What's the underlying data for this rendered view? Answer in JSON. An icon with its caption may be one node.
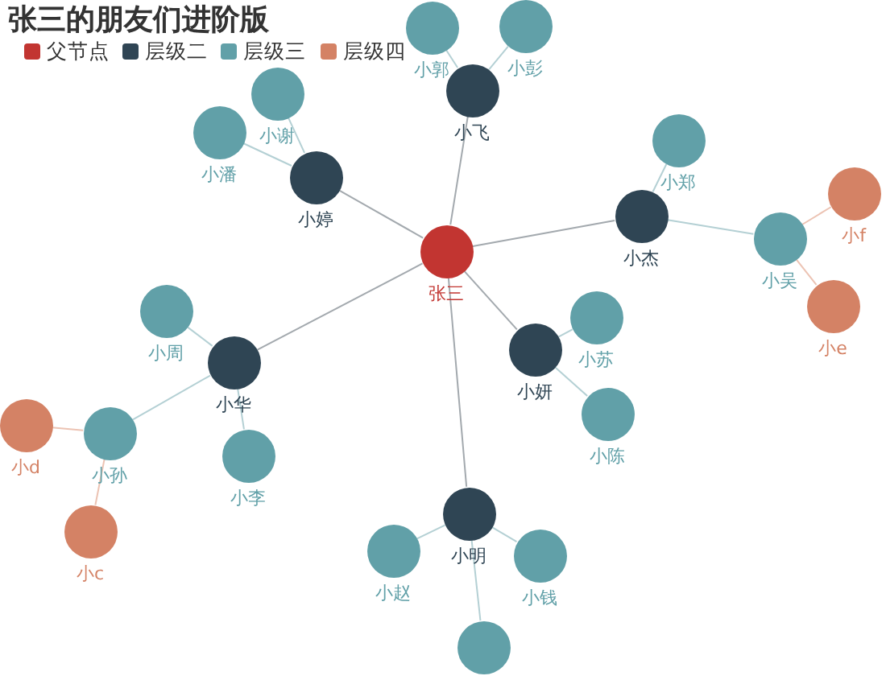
{
  "diagram": {
    "title": "张三的朋友们进阶版",
    "nodes": [
      {
        "text": [
          "张三"
        ]
      },
      {
        "text": [
          "小飞"
        ]
      },
      {
        "text": [
          "小郭"
        ]
      },
      {
        "text": [
          "小彭"
        ]
      },
      {
        "text": [
          "小婷"
        ]
      },
      {
        "text": [
          "小谢"
        ]
      },
      {
        "text": [
          "小潘"
        ]
      },
      {
        "text": [
          "小杰"
        ]
      },
      {
        "text": [
          "小郑"
        ]
      },
      {
        "text": [
          "小吴"
        ]
      },
      {
        "text": [
          "小f"
        ]
      },
      {
        "text": [
          "小e"
        ]
      },
      {
        "text": [
          "小华"
        ]
      },
      {
        "text": [
          "小周"
        ]
      },
      {
        "text": [
          "小孙"
        ]
      },
      {
        "text": [
          "小d"
        ]
      },
      {
        "text": [
          "小c"
        ]
      },
      {
        "text": [
          "小李"
        ]
      },
      {
        "text": [
          "小妍"
        ]
      },
      {
        "text": [
          "小苏"
        ]
      },
      {
        "text": [
          "小陈"
        ]
      },
      {
        "text": [
          "小明"
        ]
      },
      {
        "text": [
          "小赵"
        ]
      },
      {
        "text": [
          "小钱"
        ]
      },
      {
        "text": [],
        "shape": "circle"
      }
    ],
    "edges": [
      {
        "from": 0,
        "to": 1,
        "arrow": "none",
        "color": "#a3a9ae"
      },
      {
        "from": 1,
        "to": 2,
        "arrow": "none"
      },
      {
        "from": 1,
        "to": 3,
        "arrow": "none"
      },
      {
        "from": 0,
        "to": 4,
        "arrow": "none",
        "color": "#a3a9ae"
      },
      {
        "from": 4,
        "to": 5,
        "arrow": "none"
      },
      {
        "from": 4,
        "to": 6,
        "arrow": "none"
      },
      {
        "from": 0,
        "to": 7,
        "arrow": "none",
        "color": "#a3a9ae"
      },
      {
        "from": 7,
        "to": 8,
        "arrow": "none"
      },
      {
        "from": 7,
        "to": 9,
        "arrow": "none"
      },
      {
        "from": 9,
        "to": 10,
        "arrow": "none",
        "color": "#ecc3b3"
      },
      {
        "from": 9,
        "to": 11,
        "arrow": "none",
        "color": "#ecc3b3"
      },
      {
        "from": 0,
        "to": 12,
        "arrow": "none",
        "color": "#a3a9ae"
      },
      {
        "from": 12,
        "to": 13,
        "arrow": "none"
      },
      {
        "from": 12,
        "to": 14,
        "arrow": "none"
      },
      {
        "from": 14,
        "to": 15,
        "arrow": "none",
        "color": "#ecc3b3"
      },
      {
        "from": 14,
        "to": 16,
        "arrow": "none",
        "color": "#ecc3b3"
      },
      {
        "from": 12,
        "to": 17,
        "arrow": "none"
      },
      {
        "from": 0,
        "to": 18,
        "arrow": "none",
        "color": "#a3a9ae"
      },
      {
        "from": 18,
        "to": 19,
        "arrow": "none"
      },
      {
        "from": 18,
        "to": 20,
        "arrow": "none"
      },
      {
        "from": 0,
        "to": 21,
        "arrow": "none",
        "color": "#a3a9ae"
      },
      {
        "from": 21,
        "to": 22,
        "arrow": "none"
      },
      {
        "from": 21,
        "to": 23,
        "arrow": "none"
      },
      {
        "from": 21,
        "to": 24,
        "arrow": "none"
      }
    ],
    "legend": [
      {
        "text": "父节点",
        "color": "#c23531"
      },
      {
        "text": "层级二",
        "color": "#2f4554"
      },
      {
        "text": "层级三",
        "color": "#61a0a8"
      },
      {
        "text": "层级四",
        "color": "#d48265"
      }
    ]
  }
}
